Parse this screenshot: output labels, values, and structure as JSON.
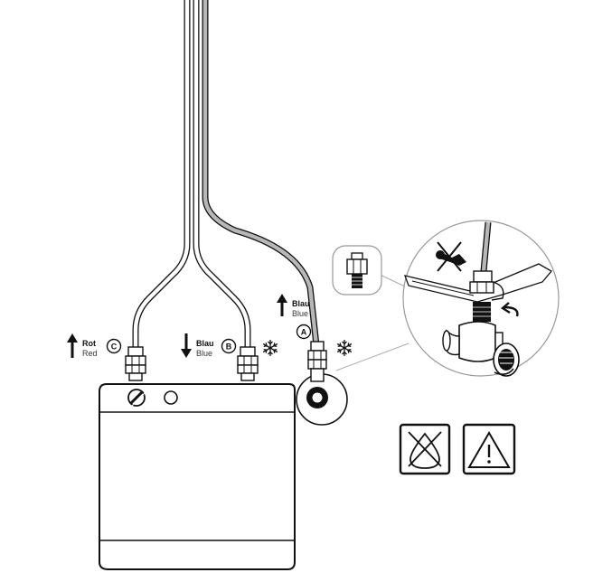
{
  "labels": {
    "c": {
      "letter": "C",
      "de": "Rot",
      "en": "Red",
      "color": "#d32f2f"
    },
    "b": {
      "letter": "B",
      "de": "Blau",
      "en": "Blue",
      "color": "#1976d2"
    },
    "a": {
      "letter": "A",
      "de": "Blau",
      "en": "Blue",
      "color": "#1976d2"
    }
  },
  "icons": {
    "cold_symbol": "snowflake-icon",
    "no_water": "no-water-drop-icon",
    "warning": "warning-triangle-icon",
    "wrench_prohibited": "no-wrench-icon",
    "rotate": "rotate-arrow-icon"
  },
  "colors": {
    "line": "#111111",
    "hose_supply": "#b7b7b7"
  }
}
